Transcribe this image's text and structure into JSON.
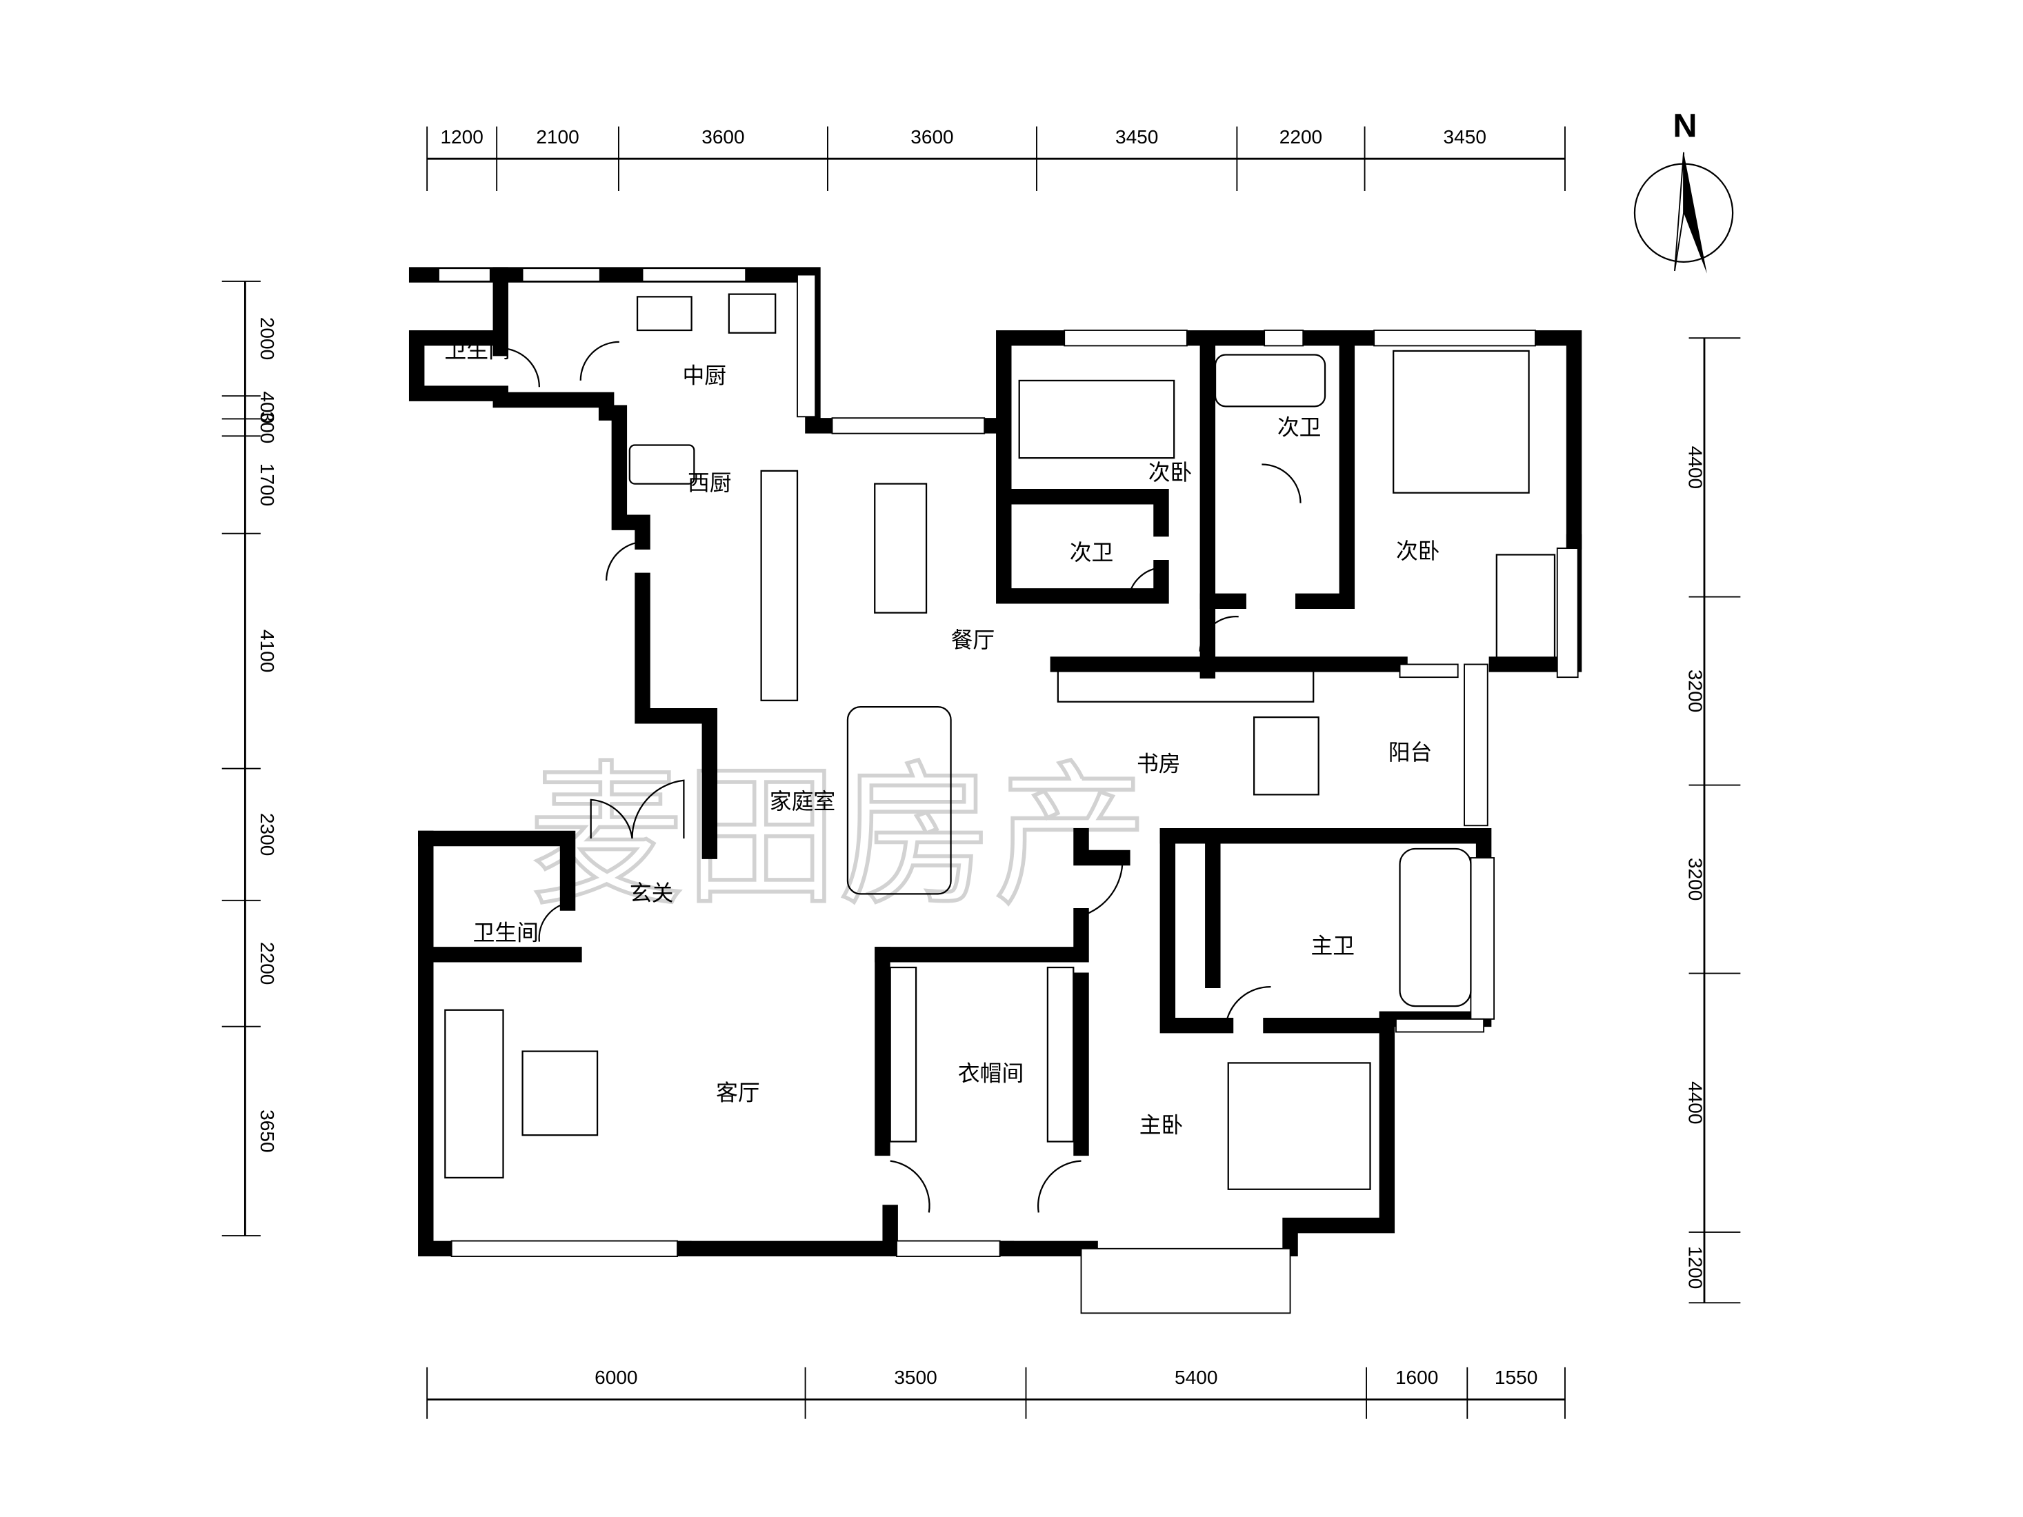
{
  "dimensions": {
    "top": [
      "1200",
      "2100",
      "3600",
      "3600",
      "3450",
      "2200",
      "3450"
    ],
    "bottom": [
      "6000",
      "3500",
      "5400",
      "1600",
      "1550"
    ],
    "left": [
      "2000",
      "400",
      "300",
      "1700",
      "4100",
      "2300",
      "2200",
      "3650"
    ],
    "right": [
      "4400",
      "3200",
      "3200",
      "4400",
      "1200"
    ]
  },
  "compass": {
    "label": "N"
  },
  "rooms": {
    "wc_top": "卫生间",
    "chinese_kitchen": "中厨",
    "western_kitchen": "西厨",
    "dining": "餐厅",
    "family_room": "家庭室",
    "foyer": "玄关",
    "wc_bottom": "卫生间",
    "living": "客厅",
    "cloakroom": "衣帽间",
    "master_bedroom": "主卧",
    "master_bath": "主卫",
    "study": "书房",
    "balcony": "阳台",
    "bedroom_a": "次卧",
    "bath_a": "次卫",
    "bath_b": "次卫",
    "bedroom_b": "次卧"
  },
  "watermark": "麦田房产"
}
